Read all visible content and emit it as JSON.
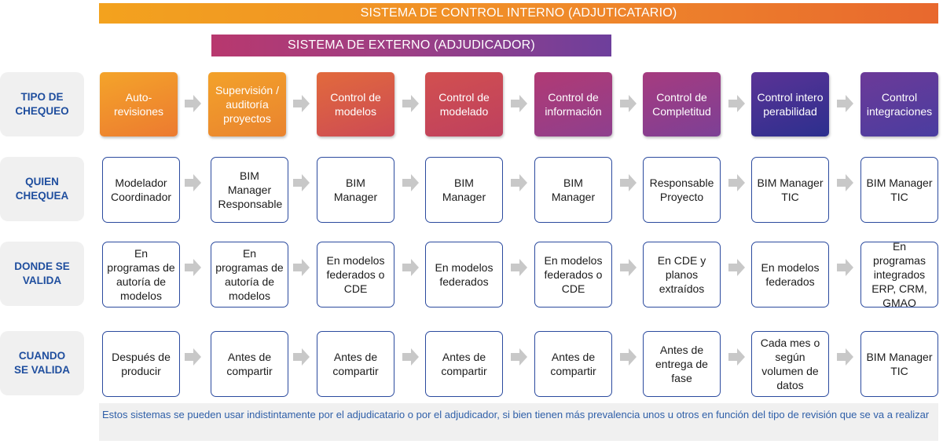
{
  "banners": {
    "internal": "SISTEMA DE CONTROL INTERNO (ADJUTICATARIO)",
    "external": "SISTEMA DE EXTERNO (ADJUDICADOR)"
  },
  "rows": [
    {
      "label": "TIPO DE CHEQUEO",
      "cells": [
        "Auto-revisiones",
        "Supervisión / auditoría proyectos",
        "Control de modelos",
        "Control de modelado",
        "Control de información",
        "Control de Completitud",
        "Control interoperabilidad",
        "Control integraciones"
      ]
    },
    {
      "label": "QUIEN CHEQUEA",
      "cells": [
        "Modelador Coordinador",
        "BIM Manager Responsable",
        "BIM Manager",
        "BIM Manager",
        "BIM Manager",
        "Responsable Proyecto",
        "BIM Manager TIC",
        "BIM Manager TIC"
      ]
    },
    {
      "label": "DONDE SE VALIDA",
      "cells": [
        "En programas de autoría de modelos",
        "En programas de autoría de modelos",
        "En modelos federados o CDE",
        "En modelos federados",
        "En modelos federados o CDE",
        "En CDE y planos extraídos",
        "En modelos federados",
        "En programas integrados ERP, CRM, GMAO"
      ]
    },
    {
      "label": "CUANDO SE VALIDA",
      "cells": [
        "Después de producir",
        "Antes de compartir",
        "Antes de compartir",
        "Antes de compartir",
        "Antes de compartir",
        "Antes de entrega de fase",
        "Cada mes o según volumen de datos",
        "BIM Manager TIC"
      ]
    }
  ],
  "type_colors": [
    "#f19a2a",
    "#ec8f2e",
    "#d95a48",
    "#c94a57",
    "#a23d7d",
    "#9a3e86",
    "#5a2f94",
    "#4b3596"
  ],
  "footnote": "Estos sistemas se pueden usar indistintamente por el adjudicatario o por el adjudicador, si bien tienen más prevalencia unos u otros en función del tipo de revisión que se va a realizar"
}
